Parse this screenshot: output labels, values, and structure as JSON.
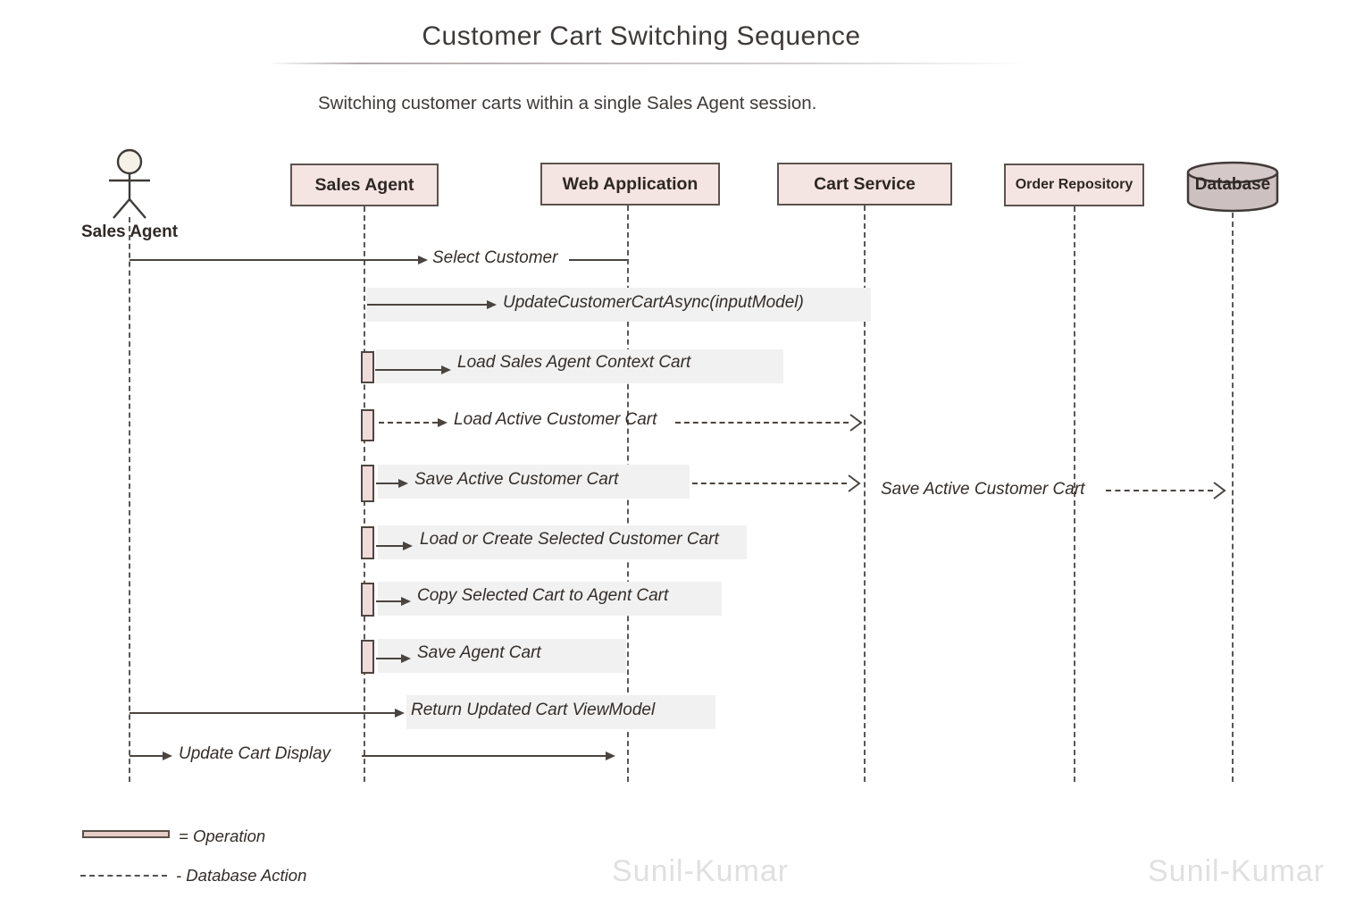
{
  "header": {
    "title": "Customer Cart Switching Sequence",
    "subtitle": "Switching customer carts within a single Sales Agent session."
  },
  "actor": {
    "label": "Sales Agent"
  },
  "participants": [
    {
      "id": "sales-agent",
      "label": "Sales Agent",
      "shape": "box"
    },
    {
      "id": "web-application",
      "label": "Web Application",
      "shape": "box"
    },
    {
      "id": "cart-service",
      "label": "Cart Service",
      "shape": "box"
    },
    {
      "id": "order-repository",
      "label": "Order Repository",
      "shape": "box"
    },
    {
      "id": "database",
      "label": "Database",
      "shape": "cylinder"
    }
  ],
  "messages": [
    {
      "label": "Select Customer",
      "from": "sales-agent-actor",
      "to": "web-application",
      "line": "solid",
      "highlighted": false
    },
    {
      "label": "UpdateCustomerCartAsync(inputModel)",
      "from": "sales-agent",
      "to": "cart-service",
      "line": "solid",
      "highlighted": true
    },
    {
      "label": "Load Sales Agent Context Cart",
      "from": "sales-agent",
      "to": "web-application",
      "line": "solid",
      "highlighted": true,
      "activation": true
    },
    {
      "label": "Load Active Customer Cart",
      "from": "sales-agent",
      "to": "cart-service",
      "line": "dashed",
      "highlighted": false,
      "activation": true
    },
    {
      "label": "Save Active Customer Cart",
      "from": "sales-agent",
      "to": "cart-service",
      "line": "solid-then-dashed",
      "highlighted": true,
      "activation": true
    },
    {
      "label": "Save Active Customer Cart",
      "from": "cart-service",
      "to": "database",
      "line": "dashed",
      "highlighted": false
    },
    {
      "label": "Load or Create Selected Customer Cart",
      "from": "sales-agent",
      "to": "web-application",
      "line": "solid",
      "highlighted": true,
      "activation": true
    },
    {
      "label": "Copy Selected Cart to Agent Cart",
      "from": "sales-agent",
      "to": "web-application",
      "line": "solid",
      "highlighted": true,
      "activation": true
    },
    {
      "label": "Save Agent Cart",
      "from": "sales-agent",
      "to": "web-application",
      "line": "solid",
      "highlighted": true,
      "activation": true
    },
    {
      "label": "Return Updated Cart ViewModel",
      "from": "sales-agent-actor",
      "to": "sales-agent",
      "line": "solid",
      "highlighted": true
    },
    {
      "label": "Update Cart Display",
      "from": "sales-agent-actor",
      "to": "web-application",
      "line": "solid",
      "highlighted": false
    }
  ],
  "legend": [
    {
      "label": "= Operation",
      "symbol": "operation-bar"
    },
    {
      "label": "- Database Action",
      "symbol": "dashed-line"
    }
  ],
  "watermarks": [
    "Sunil-Kumar",
    "Sunil-Kumar"
  ],
  "colors": {
    "participant_fill": "#f4e5e3",
    "participant_border": "#5d534e",
    "activation_fill": "#efdcda",
    "database_fill": "#cdc0c0",
    "highlight_band": "#f1f1f1",
    "line": "#4a4440",
    "watermark": "#e0e0e0"
  }
}
